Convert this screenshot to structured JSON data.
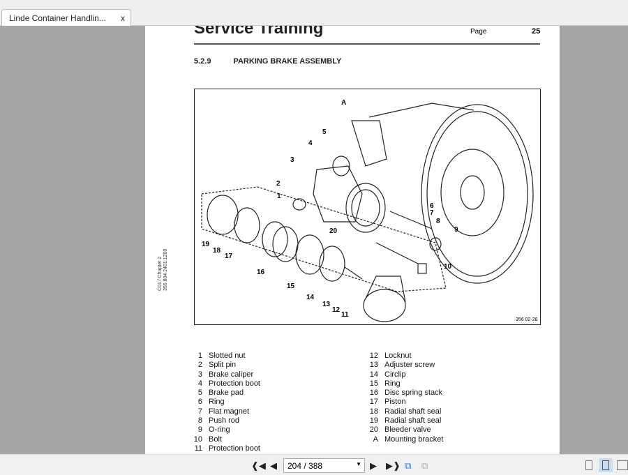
{
  "tab": {
    "title": "Linde Container Handlin...",
    "close": "x"
  },
  "page": {
    "header_title": "Service Training",
    "page_label": "Page",
    "page_number": "25",
    "section_number": "5.2.9",
    "section_title": "PARKING BRAKE ASSEMBLY",
    "side_note_1": "C01 / Chapter 2",
    "side_note_2": "356 804 2401.1200",
    "figure_code": "356 02-28",
    "callouts": [
      "A",
      "5",
      "4",
      "3",
      "2",
      "1",
      "6",
      "7",
      "8",
      "9",
      "10",
      "19",
      "18",
      "17",
      "20",
      "16",
      "15",
      "14",
      "13",
      "12",
      "11"
    ],
    "legend_left": [
      {
        "n": "1",
        "label": "Slotted nut"
      },
      {
        "n": "2",
        "label": "Split pin"
      },
      {
        "n": "3",
        "label": "Brake caliper"
      },
      {
        "n": "4",
        "label": "Protection boot"
      },
      {
        "n": "5",
        "label": "Brake pad"
      },
      {
        "n": "6",
        "label": "Ring"
      },
      {
        "n": "7",
        "label": "Flat magnet"
      },
      {
        "n": "8",
        "label": "Push rod"
      },
      {
        "n": "9",
        "label": "O-ring"
      },
      {
        "n": "10",
        "label": "Bolt"
      },
      {
        "n": "11",
        "label": "Protection boot"
      }
    ],
    "legend_right": [
      {
        "n": "12",
        "label": "Locknut"
      },
      {
        "n": "13",
        "label": "Adjuster screw"
      },
      {
        "n": "14",
        "label": "Circlip"
      },
      {
        "n": "15",
        "label": "Ring"
      },
      {
        "n": "16",
        "label": "Disc spring stack"
      },
      {
        "n": "17",
        "label": "Piston"
      },
      {
        "n": "18",
        "label": "Radial shaft seal"
      },
      {
        "n": "19",
        "label": "Radial shaft seal"
      },
      {
        "n": "20",
        "label": "Bleeder valve"
      },
      {
        "n": "A",
        "label": "Mounting bracket"
      }
    ]
  },
  "toolbar": {
    "page_field": "204 / 388"
  }
}
